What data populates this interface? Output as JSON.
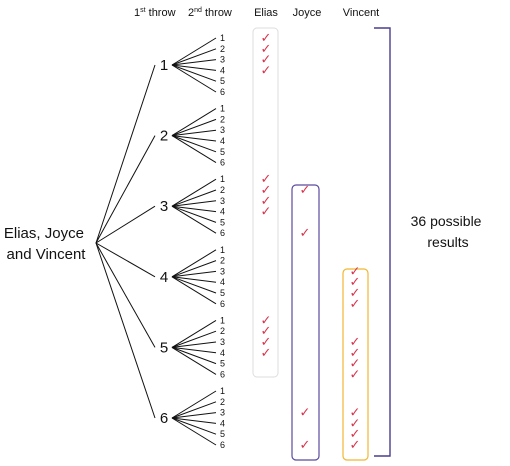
{
  "headers": {
    "first_throw_num": "1",
    "first_throw_sup": "st",
    "first_throw_word": " throw",
    "second_throw_num": "2",
    "second_throw_sup": "nd",
    "second_throw_word": " throw",
    "elias": "Elias",
    "joyce": "Joyce",
    "vincent": "Vincent"
  },
  "root": {
    "line1": "Elias, Joyce",
    "line2": "and Vincent"
  },
  "first_throw_values": [
    "1",
    "2",
    "3",
    "4",
    "5",
    "6"
  ],
  "second_throw_values": [
    "1",
    "2",
    "3",
    "4",
    "5",
    "6"
  ],
  "check_glyph": "✓",
  "result": {
    "line1": "36 possible",
    "line2": "results"
  },
  "checks": {
    "elias": [
      [
        true,
        true,
        true,
        true,
        false,
        false
      ],
      [
        false,
        false,
        false,
        false,
        false,
        false
      ],
      [
        true,
        true,
        true,
        true,
        false,
        false
      ],
      [
        false,
        false,
        false,
        false,
        false,
        false
      ],
      [
        true,
        true,
        true,
        true,
        false,
        false
      ],
      [
        false,
        false,
        false,
        false,
        false,
        false
      ]
    ],
    "joyce": [
      [
        false,
        false,
        false,
        false,
        false,
        false
      ],
      [
        false,
        false,
        false,
        false,
        false,
        false
      ],
      [
        false,
        true,
        false,
        false,
        false,
        true
      ],
      [
        false,
        false,
        false,
        false,
        false,
        false
      ],
      [
        false,
        false,
        false,
        false,
        false,
        false
      ],
      [
        false,
        false,
        true,
        false,
        false,
        true
      ]
    ],
    "vincent": [
      [
        false,
        false,
        false,
        false,
        false,
        false
      ],
      [
        false,
        false,
        false,
        false,
        false,
        false
      ],
      [
        false,
        false,
        false,
        false,
        false,
        false
      ],
      [
        false,
        false,
        true,
        true,
        true,
        true
      ],
      [
        false,
        false,
        true,
        true,
        true,
        true
      ],
      [
        false,
        false,
        true,
        true,
        true,
        true
      ]
    ]
  },
  "colors": {
    "elias_box": "#dddddd",
    "joyce_box": "#5b4a9e",
    "vincent_box": "#f2b632",
    "bracket": "#4a3d8f",
    "check": "#d9324b"
  }
}
